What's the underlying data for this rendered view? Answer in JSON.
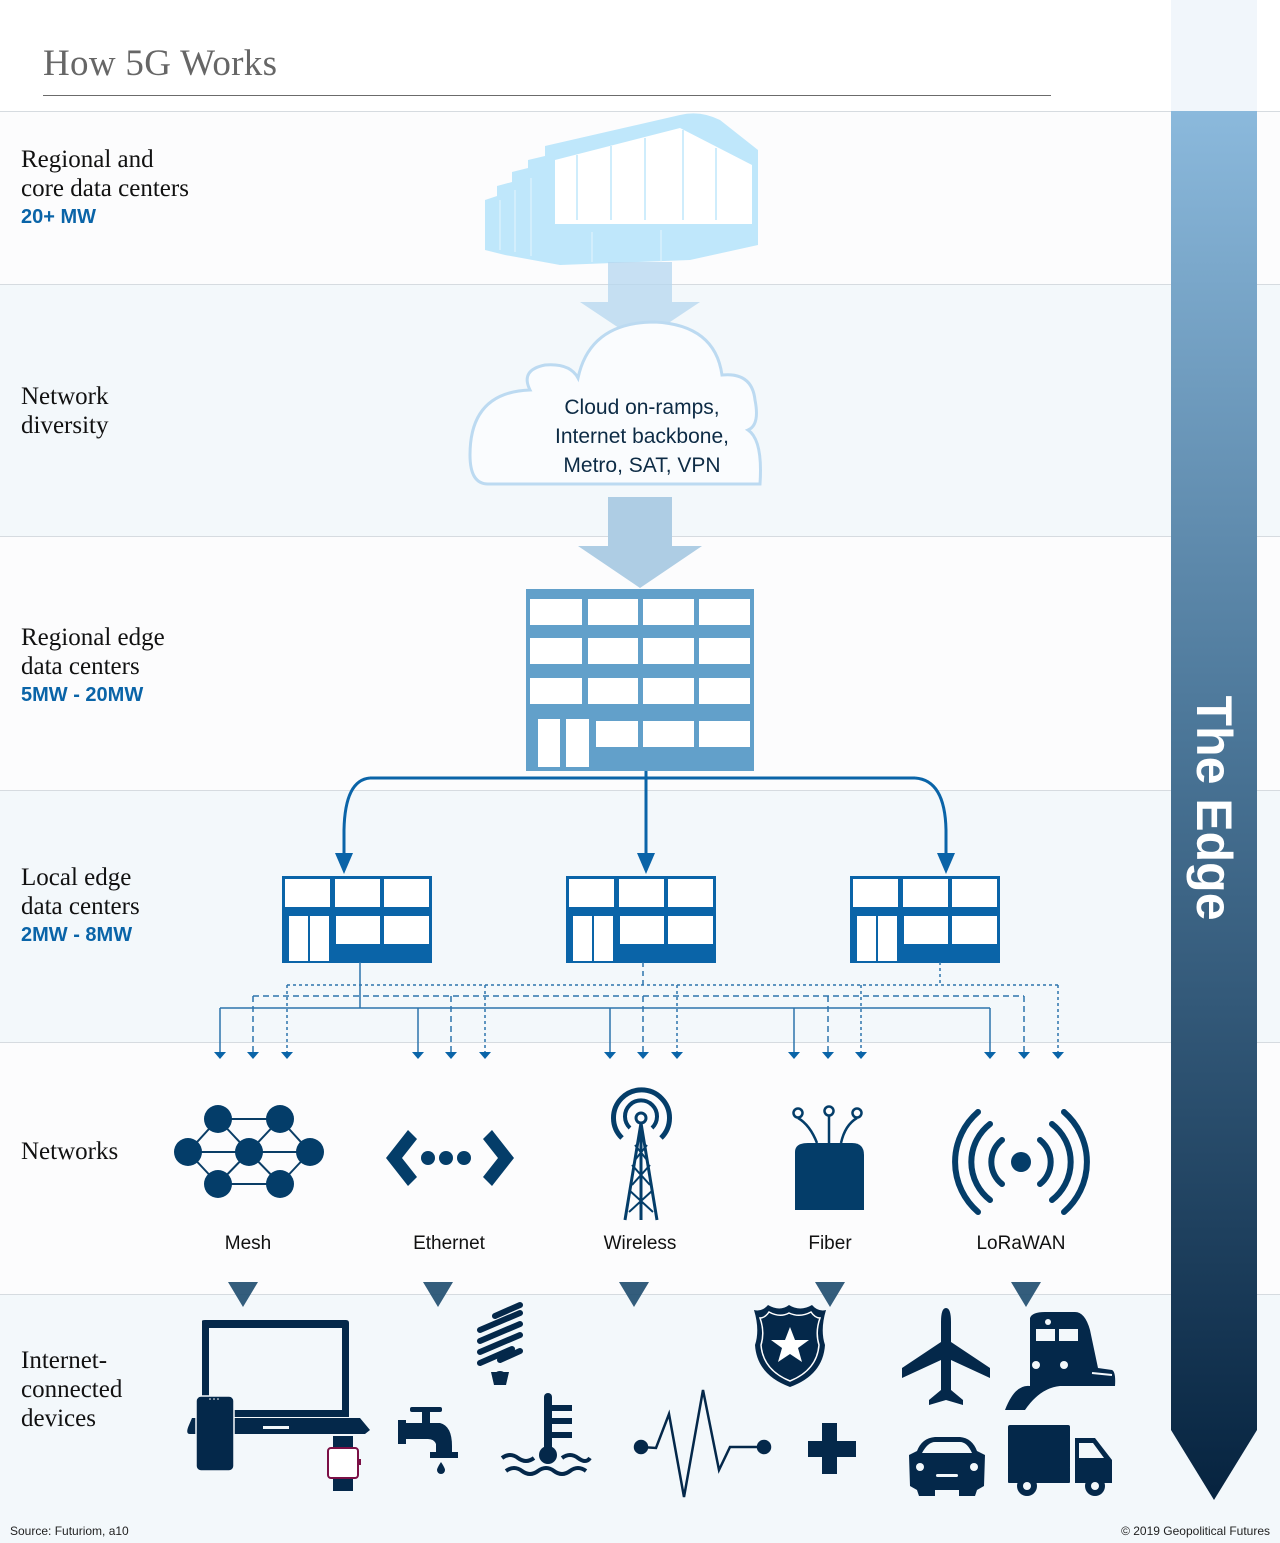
{
  "title": "How 5G Works",
  "bands": [
    {
      "label_lines": [
        "Regional and",
        "core data centers"
      ],
      "power": "20+ MW"
    },
    {
      "label_lines": [
        "Network",
        "diversity"
      ],
      "power": ""
    },
    {
      "label_lines": [
        "Regional edge",
        "data centers"
      ],
      "power": "5MW - 20MW"
    },
    {
      "label_lines": [
        "Local edge",
        "data centers"
      ],
      "power": "2MW - 8MW"
    },
    {
      "label_lines": [
        "Networks"
      ],
      "power": ""
    },
    {
      "label_lines": [
        "Internet-",
        "connected",
        "devices"
      ],
      "power": ""
    }
  ],
  "cloud": {
    "lines": [
      "Cloud on-ramps,",
      "Internet backbone,",
      "Metro, SAT, VPN"
    ]
  },
  "networks": [
    {
      "label": "Mesh",
      "icon": "mesh-network-icon"
    },
    {
      "label": "Ethernet",
      "icon": "ethernet-icon"
    },
    {
      "label": "Wireless",
      "icon": "radio-tower-icon"
    },
    {
      "label": "Fiber",
      "icon": "fiber-icon"
    },
    {
      "label": "LoRaWAN",
      "icon": "lorawan-signal-icon"
    }
  ],
  "devices": [
    "laptop-icon",
    "smartphone-icon",
    "smartwatch-icon",
    "water-tap-icon",
    "light-bulb-icon",
    "water-temperature-icon",
    "heartbeat-icon",
    "police-badge-icon",
    "medical-cross-icon",
    "airplane-icon",
    "train-icon",
    "car-icon",
    "truck-icon"
  ],
  "edge_arrow": {
    "label": "The Edge",
    "color_top": "#8bb9dc",
    "color_bottom": "#06233f"
  },
  "colors": {
    "accent": "#0a64a8",
    "icon_dark": "#04284a",
    "building_mid": "#62a0ca",
    "building_light": "#bfe7fb"
  },
  "footer": {
    "source": "Source: Futuriom, a10",
    "copyright": "© 2019 Geopolitical Futures"
  }
}
